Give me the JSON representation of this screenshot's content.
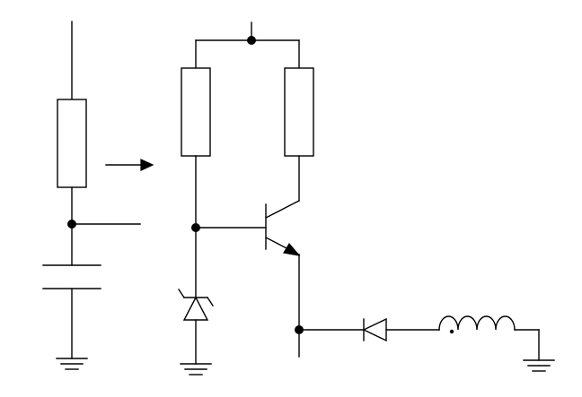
{
  "diagram": {
    "type": "circuit-schematic",
    "background": "#ffffff",
    "stroke_color": "#000000",
    "components": [
      {
        "id": "R1",
        "kind": "resistor"
      },
      {
        "id": "C1",
        "kind": "capacitor"
      },
      {
        "id": "R2",
        "kind": "resistor"
      },
      {
        "id": "R3",
        "kind": "resistor"
      },
      {
        "id": "Q1",
        "kind": "npn-transistor"
      },
      {
        "id": "Z1",
        "kind": "zener-diode"
      },
      {
        "id": "D1",
        "kind": "diode"
      },
      {
        "id": "L1",
        "kind": "inductor"
      },
      {
        "id": "GND1",
        "kind": "ground"
      },
      {
        "id": "GND2",
        "kind": "ground"
      },
      {
        "id": "GND3",
        "kind": "ground"
      }
    ],
    "annotations": [
      {
        "kind": "arrow",
        "direction": "right"
      }
    ]
  }
}
